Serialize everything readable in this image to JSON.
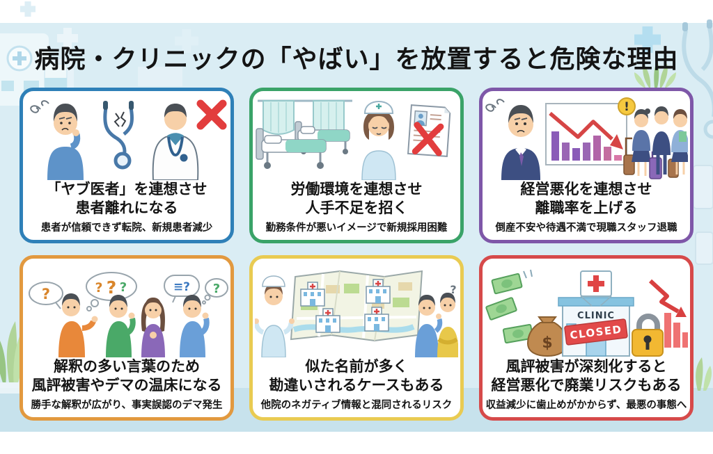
{
  "page": {
    "title": "病院・クリニックの「やばい」を放置すると危険な理由",
    "panel_color": "#daedf4",
    "floor_color": "#c7e2ec"
  },
  "cards": [
    {
      "accent": "#2e80b8",
      "title_line1": "「ヤブ医者」を連想させ",
      "title_line2": "患者離れになる",
      "subtitle": "患者が信頼できず転院、新規患者減少",
      "illustration": "worried patient, broken stethoscope, doctor with red X"
    },
    {
      "accent": "#3aa368",
      "title_line1": "労働環境を連想させ",
      "title_line2": "人手不足を招く",
      "subtitle": "勤務条件が悪いイメージで新規採用困難",
      "illustration": "hospital beds with curtains, tired nurse, application sheet with red X"
    },
    {
      "accent": "#7e57a8",
      "title_line1": "経営悪化を連想させ",
      "title_line2": "離職率を上げる",
      "subtitle": "倒産不安や待遇不満で現職スタッフ退職",
      "illustration": "worried manager, declining bar chart with alert, staff leaving with suitcases",
      "labels": {
        "alert": "!"
      }
    },
    {
      "accent": "#e2993f",
      "title_line1": "解釈の多い言葉のため",
      "title_line2": "風評被害やデマの温床になる",
      "subtitle": "勝手な解釈が広がり、事実誤認のデマ発生",
      "illustration": "four puzzled people with question-mark speech bubbles",
      "labels": {
        "bubble1": "?",
        "bubble2_q1": "?",
        "bubble2_q2": "?",
        "bubble2_q3": "?",
        "bubble3": "≡?",
        "bubble4": "?"
      }
    },
    {
      "accent": "#e9cb52",
      "title_line1": "似た名前が多く",
      "title_line2": "勘違いされるケースもある",
      "subtitle": "他院のネガティブ情報と混同されるリスク",
      "illustration": "town map with four similar hospitals, shrugging nurse, confused people",
      "labels": {
        "question": "?"
      }
    },
    {
      "accent": "#d64a4a",
      "title_line1": "風評被害が深刻化すると",
      "title_line2": "経営悪化で廃業リスクもある",
      "subtitle": "収益減少に歯止めがかからず、最悪の事態へ",
      "illustration": "money flying away, closed clinic with padlock, plunging red chart",
      "labels": {
        "dollar": "$",
        "clinic_sign": "CLINIC",
        "closed_banner": "CLOSED"
      }
    }
  ]
}
